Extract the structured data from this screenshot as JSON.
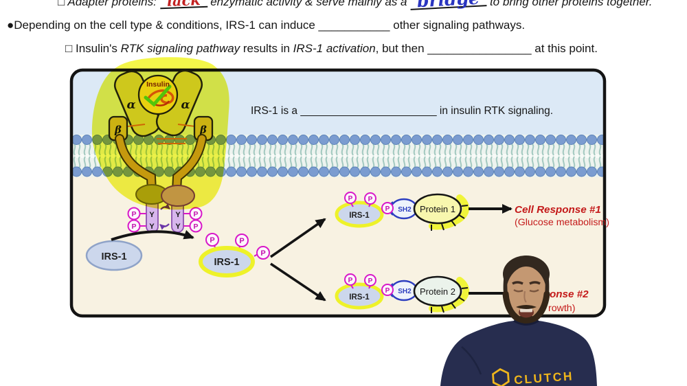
{
  "notes": {
    "line1": {
      "bullet": "□ ",
      "lead_italic": "Adapter proteins: ",
      "handwritten1": "lack",
      "mid": " enzymatic activity & serve mainly as a ",
      "handwritten2": "bridge",
      "tail": " to bring other proteins together."
    },
    "line2": {
      "bullet": "●",
      "text_before_blank": "Depending on the cell type & conditions, IRS-1 can induce ",
      "blank": "___________",
      "text_after_blank": " other signaling pathways."
    },
    "line3": {
      "bullet": "□ ",
      "seg1": "Insulin's ",
      "seg2_italic": "RTK signaling pathway",
      "seg3": " results in ",
      "seg4_italic": "IRS-1 activation",
      "seg5": ", but then ",
      "blank": "________________",
      "seg6": " at this point."
    }
  },
  "diagram": {
    "caption": "IRS-1 is a _______________________ in insulin RTK signaling.",
    "insulin_label": "Insulin",
    "alpha_label": "α",
    "beta_label": "β",
    "tyrosine_label": "Y",
    "phosphate_label": "P",
    "irs1_label": "IRS-1",
    "sh2_label": "SH2",
    "protein1_label": "Protein 1",
    "protein2_label": "Protein 2",
    "response1_title": "Cell Response #1",
    "response1_subtitle": "(Glucose metabolism)",
    "response2_title_visible": "onse #2",
    "response2_subtitle_visible": "rowth)"
  },
  "webcam": {
    "shirt_logo_text": "CLUTCH"
  },
  "colors": {
    "highlight_yellow": "#f2f63c",
    "extracellular_blue": "#dce9f6",
    "cytoplasm_cream": "#f8f2e2",
    "membrane_head_blue": "#7b9cd0",
    "membrane_tail_teal": "#a3c9c0",
    "phosphate_magenta": "#d818c8",
    "irs1_fill": "#ccd7ec",
    "sh2_blue": "#2d3fc0",
    "protein1_fill": "#f8f7ae",
    "protein2_fill": "#ebf3eb",
    "response_red": "#c41a1a",
    "receptor_gold": "#cf9f2e",
    "kinase_purple": "#cb9be4",
    "shirt_navy": "#272d4f",
    "logo_yellow": "#efb61c"
  }
}
